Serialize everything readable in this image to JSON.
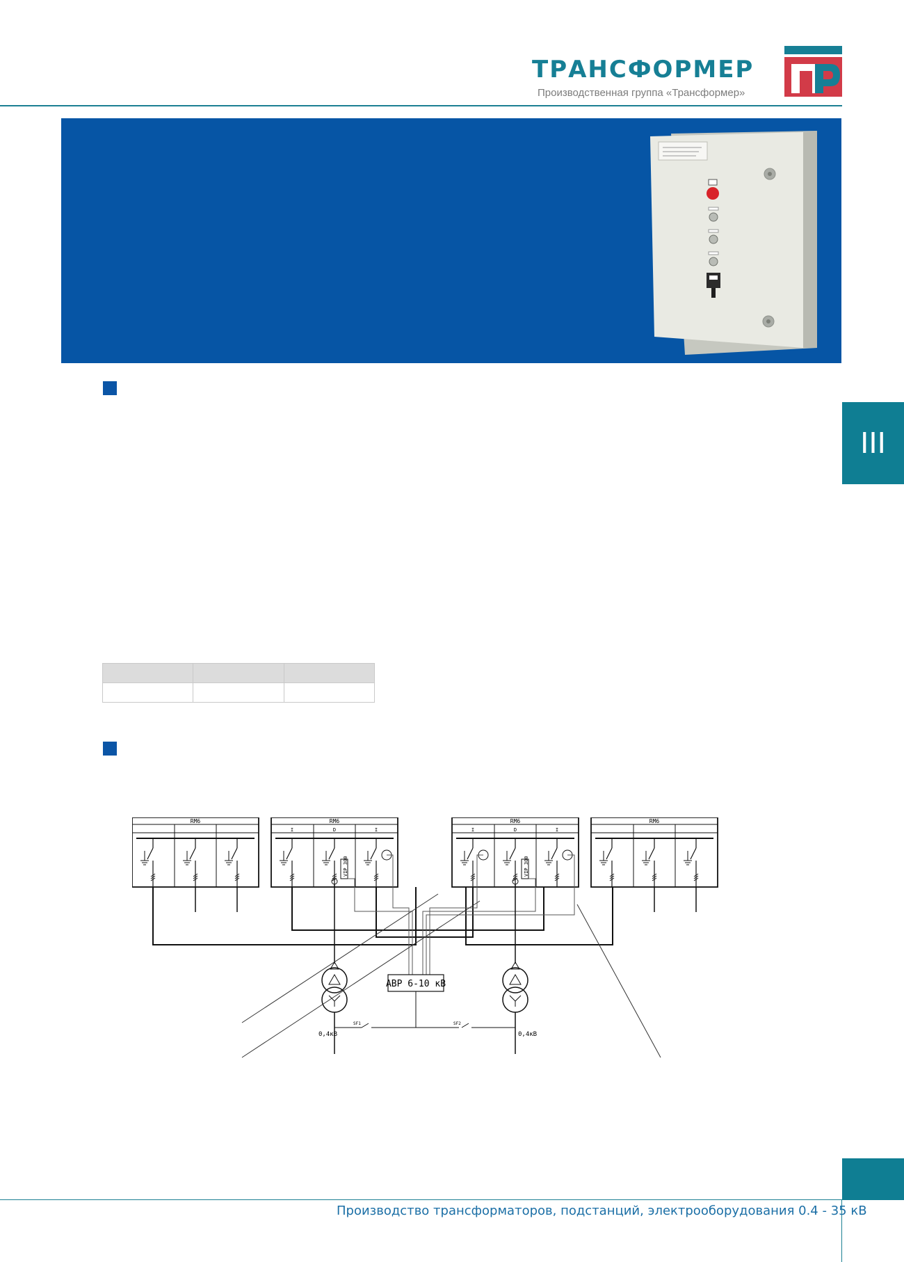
{
  "header": {
    "brand_name": "ТРАНСФОРМЕР",
    "brand_subtitle": "Производственная группа «Трансформер»",
    "logo_icon": "tp-logo",
    "colors": {
      "brand": "#167f95",
      "logo_red": "#d23b48",
      "hero": "#0655a5"
    }
  },
  "hero": {
    "photo_icon": "control-cabinet-photo"
  },
  "side_tab": {
    "label": "III"
  },
  "diagram": {
    "panel_label": "RM6",
    "avr_label": "АВР 6-10 кВ",
    "vip_label": "VIP 300",
    "voltage_label": "0,4кВ",
    "sf1_label": "SF1",
    "sf2_label": "SF2",
    "col_labels": [
      "I",
      "D",
      "I"
    ]
  },
  "footer": {
    "text": "Производство трансформаторов, подстанций, электрооборудования 0.4 - 35 кВ"
  }
}
